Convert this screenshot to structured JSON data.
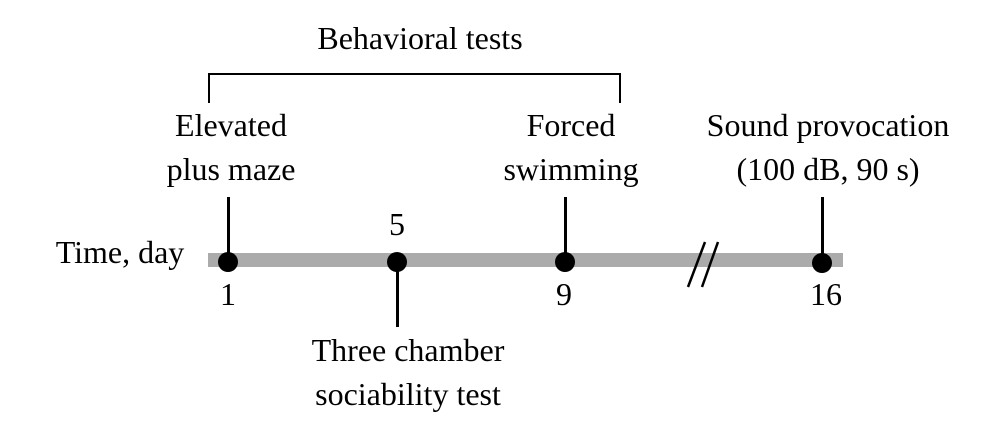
{
  "figure": {
    "title": "Behavioral tests",
    "axis_label": "Time, day",
    "events": [
      {
        "day": "1",
        "label": "Elevated\nplus maze",
        "label_position": "above",
        "day_number_position": "below"
      },
      {
        "day": "5",
        "label": "Three chamber\nsociability test",
        "label_position": "below",
        "day_number_position": "above"
      },
      {
        "day": "9",
        "label": "Forced\nswimming",
        "label_position": "above",
        "day_number_position": "below"
      },
      {
        "day": "16",
        "label": "Sound provocation\n(100 dB, 90 s)",
        "label_position": "above",
        "day_number_position": "below"
      }
    ],
    "bracket_covers": "days 1 to 9",
    "axis_break": "between day 9 and day 16",
    "colors": {
      "timeline_bar": "#ababab",
      "ink": "#000000",
      "background": "#ffffff"
    }
  }
}
